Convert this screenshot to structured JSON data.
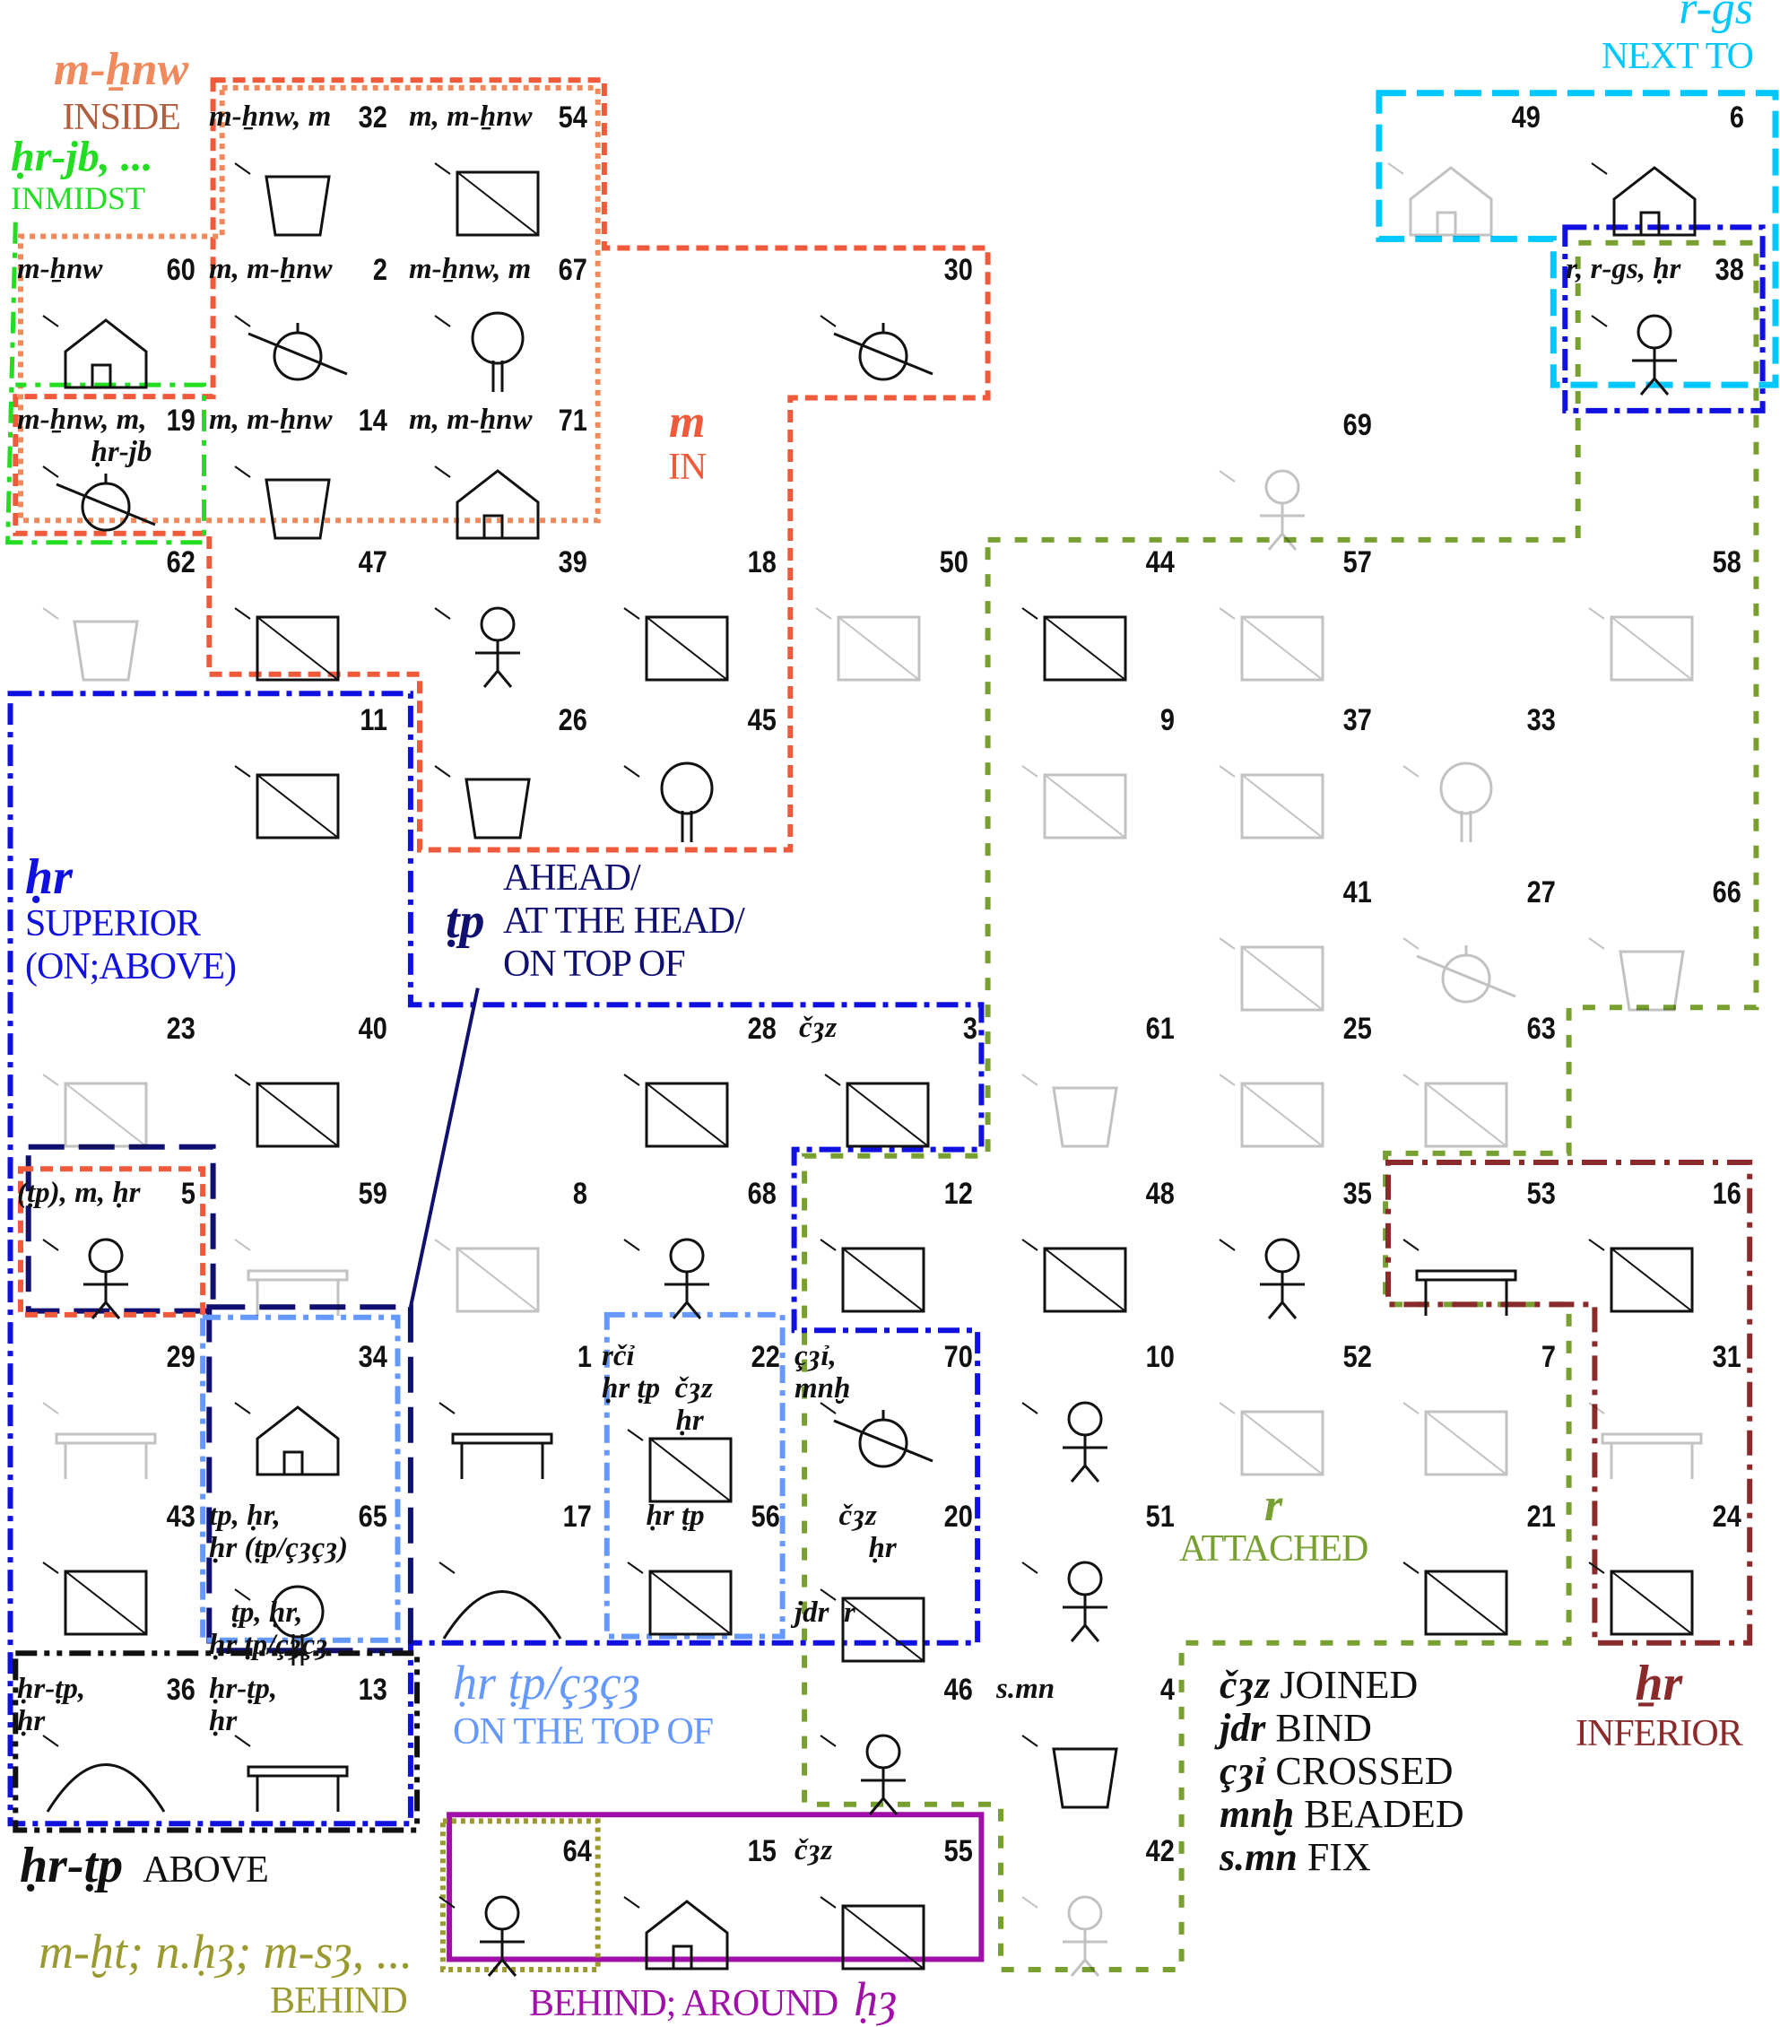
{
  "regions": {
    "inside": {
      "term": "m-ẖnw",
      "gloss": "INSIDE",
      "color": "#f08a5d"
    },
    "inmidst": {
      "term": "ḥr-jb, ...",
      "gloss": "INMIDST",
      "color": "#22dd22"
    },
    "in": {
      "term": "m",
      "gloss": "IN",
      "color": "#f05a3a"
    },
    "next_to": {
      "term": "r-gs",
      "gloss": "NEXT TO",
      "color": "#00c8ff"
    },
    "superior": {
      "term": "ḥr",
      "gloss1": "SUPERIOR",
      "gloss2": "(ON;ABOVE)",
      "color": "#1010e0"
    },
    "head": {
      "term": "ṭp",
      "gloss1": "AHEAD/",
      "gloss2": "AT THE HEAD/",
      "gloss3": "ON TOP OF",
      "color": "#101070"
    },
    "on_the_top": {
      "term": "ḥr ṭp/çȝçȝ",
      "gloss": "ON THE TOP OF",
      "color": "#6699ff"
    },
    "above": {
      "term": "ḥr-ṭp",
      "gloss": "ABOVE",
      "color": "#111111"
    },
    "behind": {
      "term": "m-ḫt; n.ḥȝ; m-sȝ, ...",
      "gloss": "BEHIND",
      "color": "#9a9a30"
    },
    "around": {
      "term": "ḥȝ",
      "gloss": "BEHIND; AROUND",
      "color": "#a010a8"
    },
    "attached": {
      "term": "r",
      "gloss": "ATTACHED",
      "color": "#78a030"
    },
    "inferior": {
      "term": "ẖr",
      "gloss": "INFERIOR",
      "color": "#8b2a2a"
    }
  },
  "legend": [
    {
      "term": "čȝz",
      "gloss": "JOINED"
    },
    {
      "term": "jdr",
      "gloss": "BIND"
    },
    {
      "term": "çȝỉ",
      "gloss": "CROSSED"
    },
    {
      "term": "mnḫ",
      "gloss": "BEADED"
    },
    {
      "term": "s.mn",
      "gloss": "FIX"
    }
  ],
  "cells": [
    {
      "n": "32",
      "label": [
        "m-ẖnw, m"
      ],
      "picture": "fishbowl"
    },
    {
      "n": "54",
      "label": [
        "m, m-ẖnw"
      ],
      "picture": "rabbit-cage"
    },
    {
      "n": "60",
      "label": [
        "m-ẖnw"
      ],
      "picture": "house"
    },
    {
      "n": "2",
      "label": [
        "m, m-ẖnw"
      ],
      "picture": "bowl-apple"
    },
    {
      "n": "67",
      "label": [
        "m-ẖnw, m"
      ],
      "picture": "tree-hollow"
    },
    {
      "n": "30",
      "label": [],
      "picture": "apple-arrow"
    },
    {
      "n": "19",
      "label": [
        "m-ẖnw, m,",
        "          ḥr-jb"
      ],
      "picture": "apple-plate"
    },
    {
      "n": "14",
      "label": [
        "m, m-ẖnw"
      ],
      "picture": "bucket"
    },
    {
      "n": "71",
      "label": [
        "m, m-ẖnw"
      ],
      "picture": "doghouse"
    },
    {
      "n": "69",
      "label": [],
      "picture": "ear"
    },
    {
      "n": "62",
      "label": [],
      "picture": "bottle"
    },
    {
      "n": "47",
      "label": [],
      "picture": "dog-basket"
    },
    {
      "n": "39",
      "label": [],
      "picture": "man-smoking"
    },
    {
      "n": "18",
      "label": [],
      "picture": "laundry"
    },
    {
      "n": "50",
      "label": [],
      "picture": "clothesline"
    },
    {
      "n": "44",
      "label": [],
      "picture": "fireplace"
    },
    {
      "n": "57",
      "label": [],
      "picture": "balloon"
    },
    {
      "n": "58",
      "label": [],
      "picture": "ladder"
    },
    {
      "n": "11",
      "label": [],
      "picture": "sailboat"
    },
    {
      "n": "26",
      "label": [],
      "picture": "cup"
    },
    {
      "n": "45",
      "label": [],
      "picture": "fruit-tree"
    },
    {
      "n": "9",
      "label": [],
      "picture": "coat-hook"
    },
    {
      "n": "37",
      "label": [],
      "picture": "laundry"
    },
    {
      "n": "33",
      "label": [],
      "picture": "tree-field"
    },
    {
      "n": "41",
      "label": [],
      "picture": "branch"
    },
    {
      "n": "27",
      "label": [],
      "picture": "apple-branch"
    },
    {
      "n": "66",
      "label": [],
      "picture": "bucket"
    },
    {
      "n": "23",
      "label": [],
      "picture": "rope-stump"
    },
    {
      "n": "40",
      "label": [],
      "picture": "cat-mat"
    },
    {
      "n": "28",
      "label": [],
      "picture": "stamp"
    },
    {
      "n": "3",
      "label": [
        "čȝz"
      ],
      "picture": "letter"
    },
    {
      "n": "61",
      "label": [],
      "picture": "cupboard"
    },
    {
      "n": "25",
      "label": [],
      "picture": "wall-phone"
    },
    {
      "n": "63",
      "label": [],
      "picture": "ceiling-lamp"
    },
    {
      "n": "5",
      "label": [
        "(ṭp), m, ḥr"
      ],
      "picture": "hat"
    },
    {
      "n": "59",
      "label": [],
      "picture": "desk"
    },
    {
      "n": "8",
      "label": [],
      "picture": "brick-wall"
    },
    {
      "n": "68",
      "label": [],
      "picture": "boy"
    },
    {
      "n": "12",
      "label": [],
      "picture": "knife"
    },
    {
      "n": "48",
      "label": [],
      "picture": "window"
    },
    {
      "n": "35",
      "label": [],
      "picture": "ankle"
    },
    {
      "n": "53",
      "label": [],
      "picture": "table"
    },
    {
      "n": "16",
      "label": [],
      "picture": "chair"
    },
    {
      "n": "29",
      "label": [],
      "picture": "tablecloth"
    },
    {
      "n": "34",
      "label": [],
      "picture": "house-roof"
    },
    {
      "n": "1",
      "label": [],
      "picture": "table-cup"
    },
    {
      "n": "22",
      "label": [
        "rčỉ",
        "ḥr ṭp  čȝz",
        "          ḥr"
      ],
      "picture": "mobile"
    },
    {
      "n": "70",
      "label": [
        "çȝỉ,",
        "mnḫ"
      ],
      "picture": "apple-skewer"
    },
    {
      "n": "10",
      "label": [],
      "picture": "finger-ring"
    },
    {
      "n": "52",
      "label": [],
      "picture": "room-lamp"
    },
    {
      "n": "7",
      "label": [],
      "picture": "room-lamp"
    },
    {
      "n": "31",
      "label": [],
      "picture": "cat-table"
    },
    {
      "n": "43",
      "label": [],
      "picture": "rope-stump"
    },
    {
      "n": "65",
      "label": [
        "tp, ḥr,",
        "ḥr (ṭp/çȝçȝ)",
        "",
        "   ṭp, ḥr,",
        "ḥr ṭp/çȝçȝ"
      ],
      "picture": "hill-tree"
    },
    {
      "n": "17",
      "label": [],
      "picture": "hill"
    },
    {
      "n": "56",
      "label": [
        "      ḥr ṭp"
      ],
      "picture": "flag"
    },
    {
      "n": "20",
      "label": [
        "      čȝz",
        "          ḥr",
        "",
        "jdr  r"
      ],
      "picture": "hoop-stick"
    },
    {
      "n": "51",
      "label": [],
      "picture": "woman-necklace"
    },
    {
      "n": "21",
      "label": [],
      "picture": "shoe"
    },
    {
      "n": "24",
      "label": [],
      "picture": "potholder"
    },
    {
      "n": "36",
      "label": [
        "ḥr-ṭp,",
        "ḥr"
      ],
      "picture": "mountain-cloud"
    },
    {
      "n": "13",
      "label": [
        "ḥr-ṭp,",
        "ḥr"
      ],
      "picture": "lamp-table"
    },
    {
      "n": "46",
      "label": [],
      "picture": "headband"
    },
    {
      "n": "4",
      "label": [
        "s.mn"
      ],
      "picture": "candle"
    },
    {
      "n": "64",
      "label": [],
      "picture": "armchair-girl"
    },
    {
      "n": "15",
      "label": [],
      "picture": "house"
    },
    {
      "n": "55",
      "label": [
        "čȝz"
      ],
      "picture": "rope-drum"
    },
    {
      "n": "42",
      "label": [],
      "picture": "girl-dress"
    },
    {
      "n": "49",
      "label": [],
      "picture": "tree-church"
    },
    {
      "n": "6",
      "label": [],
      "picture": "doghouse-dog"
    },
    {
      "n": "38",
      "label": [
        "r, r-gs, ḥr"
      ],
      "picture": "boy-fire"
    }
  ]
}
